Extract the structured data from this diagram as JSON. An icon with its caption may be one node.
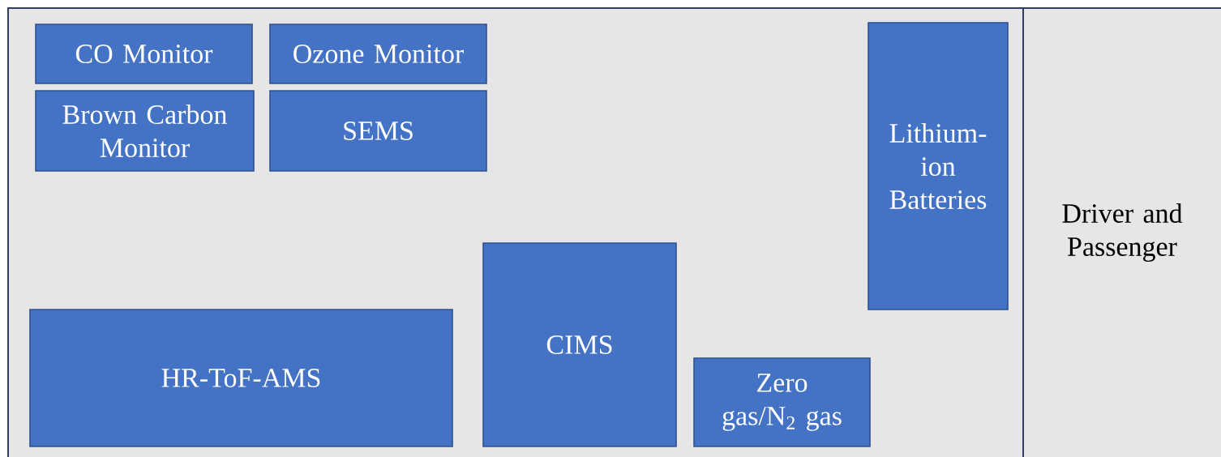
{
  "diagram": {
    "nodes": [
      {
        "text": [
          "CO Monitor"
        ]
      },
      {
        "text": [
          "Ozone Monitor"
        ]
      },
      {
        "text": [
          "Brown Carbon Monitor"
        ]
      },
      {
        "text": [
          "SEMS"
        ]
      },
      {
        "text": [
          "Lithium-ion Batteries"
        ]
      },
      {
        "text": [
          "HR-ToF-AMS"
        ]
      },
      {
        "text": [
          "CIMS"
        ]
      },
      {
        "text": [
          "Zero gas/N$_{2}$ gas"
        ]
      },
      {
        "text": [
          "Driver and Passenger"
        ]
      }
    ]
  }
}
